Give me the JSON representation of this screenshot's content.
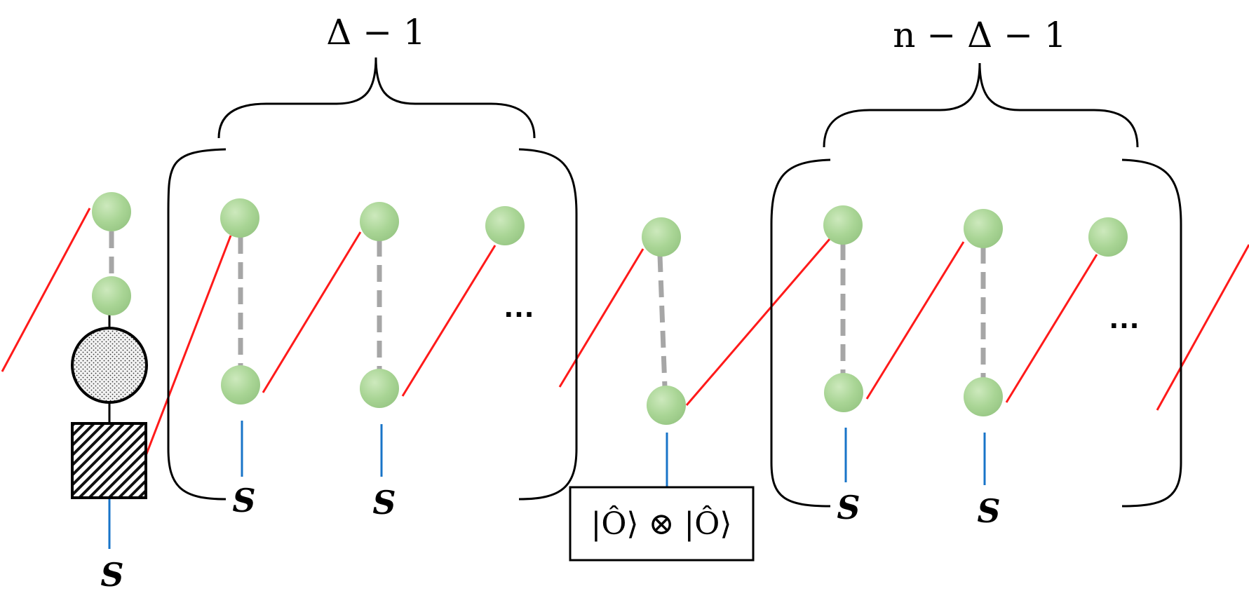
{
  "labels": {
    "group1_count": "Δ − 1",
    "group2_count": "n − Δ − 1",
    "site_label": "S",
    "ellipsis": "…",
    "measurement_ket": "|Ô⟩ ⊗ |Ô⟩"
  },
  "colors": {
    "node_fill": "#a9d595",
    "node_highlight": "#c9e8b9",
    "entangle_line": "#ff1a1a",
    "physical_leg": "#1874c8",
    "dashed_bond": "#a6a6a6",
    "outline": "#000000"
  },
  "symbols": {
    "stippled_circle": "dotted-circle-tensor",
    "hatched_square": "hatched-square-tensor"
  }
}
